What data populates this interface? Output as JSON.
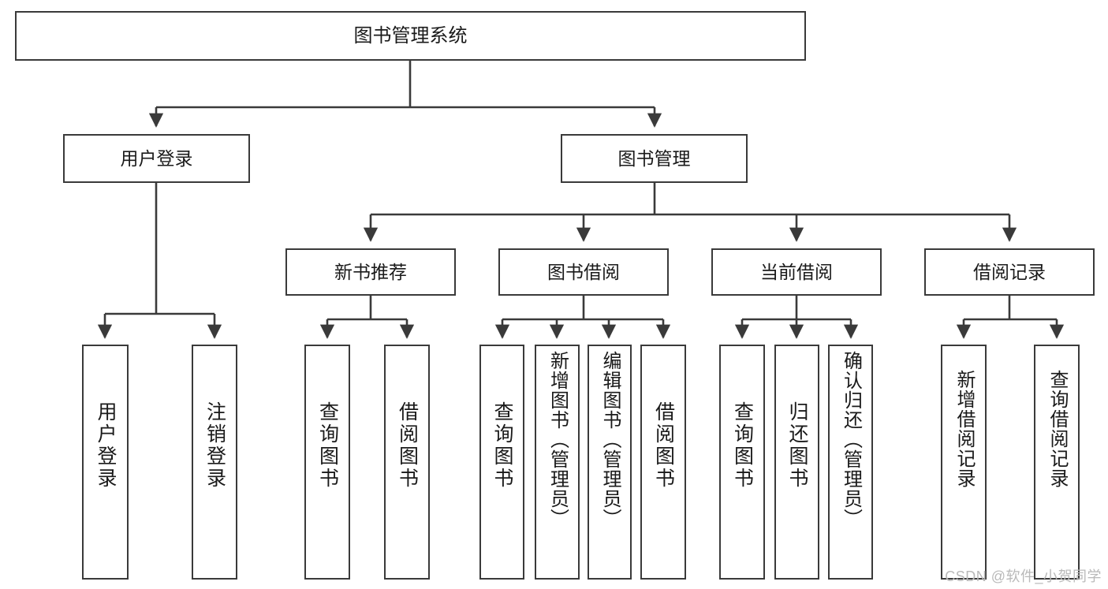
{
  "diagram": {
    "type": "tree-hierarchy-chart",
    "title": "图书管理系统",
    "line_color": "#3a3a3a",
    "box_fill": "#ffffff",
    "text_color": "#1a1a1a",
    "root": {
      "id": "root",
      "label": "图书管理系统"
    },
    "level2": [
      {
        "id": "user-login",
        "label": "用户登录"
      },
      {
        "id": "book-manage",
        "label": "图书管理"
      }
    ],
    "level3": [
      {
        "id": "new-book-recommend",
        "label": "新书推荐",
        "parent": "book-manage"
      },
      {
        "id": "book-borrow",
        "label": "图书借阅",
        "parent": "book-manage"
      },
      {
        "id": "current-borrow",
        "label": "当前借阅",
        "parent": "book-manage"
      },
      {
        "id": "borrow-record",
        "label": "借阅记录",
        "parent": "book-manage"
      }
    ],
    "leaves": [
      {
        "id": "leaf-user-login",
        "label": "用户登录",
        "parent": "user-login"
      },
      {
        "id": "leaf-user-logout",
        "label": "注销登录",
        "parent": "user-login"
      },
      {
        "id": "leaf-query-book-1",
        "label": "查询图书",
        "parent": "new-book-recommend"
      },
      {
        "id": "leaf-borrow-book-1",
        "label": "借阅图书",
        "parent": "new-book-recommend"
      },
      {
        "id": "leaf-query-book-2",
        "label": "查询图书",
        "parent": "book-borrow"
      },
      {
        "id": "leaf-add-book",
        "label": "新增图书（管理员）",
        "parent": "book-borrow"
      },
      {
        "id": "leaf-edit-book",
        "label": "编辑图书（管理员）",
        "parent": "book-borrow"
      },
      {
        "id": "leaf-borrow-book-2",
        "label": "借阅图书",
        "parent": "book-borrow"
      },
      {
        "id": "leaf-query-book-3",
        "label": "查询图书",
        "parent": "current-borrow"
      },
      {
        "id": "leaf-return-book",
        "label": "归还图书",
        "parent": "current-borrow"
      },
      {
        "id": "leaf-confirm-return",
        "label": "确认归还（管理员）",
        "parent": "current-borrow"
      },
      {
        "id": "leaf-add-record",
        "label": "新增借阅记录",
        "parent": "borrow-record"
      },
      {
        "id": "leaf-query-record",
        "label": "查询借阅记录",
        "parent": "borrow-record"
      }
    ]
  },
  "watermark": {
    "text": "CSDN @软件_小贺同学"
  }
}
